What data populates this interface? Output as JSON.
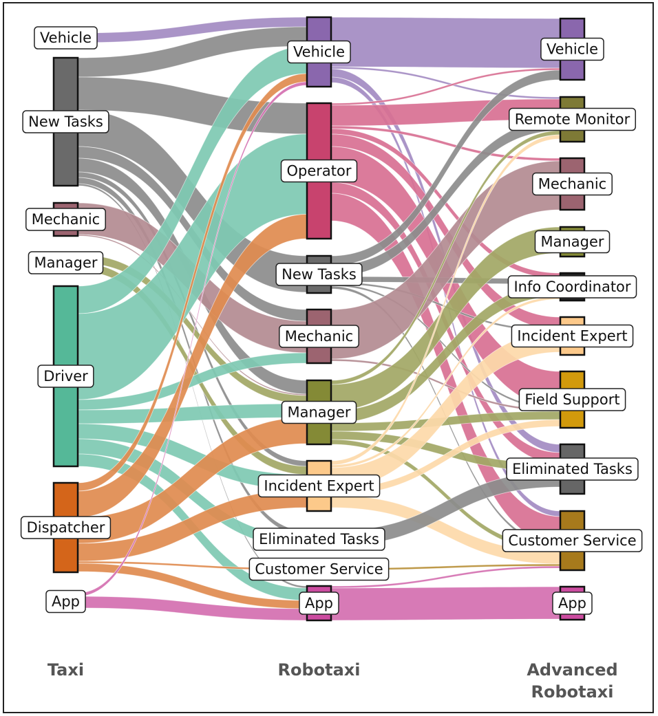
{
  "chart_data": {
    "type": "sankey",
    "title": "",
    "columns": [
      {
        "key": "taxi",
        "label": "Taxi",
        "label_lines": [
          "Taxi"
        ]
      },
      {
        "key": "robo",
        "label": "Robotaxi",
        "label_lines": [
          "Robotaxi"
        ]
      },
      {
        "key": "adv",
        "label": "Advanced Robotaxi",
        "label_lines": [
          "Advanced",
          "Robotaxi"
        ]
      }
    ],
    "colors": {
      "vehicle": "#8a67ad",
      "new_tasks": "#6a6a6a",
      "mechanic": "#9c6470",
      "manager": "#848a36",
      "driver": "#55b898",
      "dispatcher": "#d4651a",
      "app": "#cc4ca0",
      "operator": "#c8436e",
      "incident_expert": "#fcc98a",
      "eliminated": "#666666",
      "customer_service": "#a77a1c",
      "remote_monitor": "#7e7a36",
      "info_coordinator": "#222222",
      "field_support": "#d29a0c",
      "flow_vehicle": "#a38bc2",
      "flow_new_tasks": "#8c8c8c",
      "flow_mechanic": "#b38b91",
      "flow_manager": "#a2a765",
      "flow_driver": "#7ec9b2",
      "flow_dispatcher": "#e08b4f",
      "flow_app": "#d46fb0",
      "flow_operator": "#d87092",
      "flow_incident": "#fdd9a9",
      "flow_eliminated": "#8c8c8c",
      "flow_customer": "#b8903a"
    },
    "nodes": {
      "taxi": [
        {
          "id": "t_vehicle",
          "label": "Vehicle",
          "value": 14,
          "color_key": "vehicle",
          "bar": false
        },
        {
          "id": "t_newtasks",
          "label": "New Tasks",
          "value": 186,
          "color_key": "new_tasks",
          "bar": true
        },
        {
          "id": "t_mechanic",
          "label": "Mechanic",
          "value": 48,
          "color_key": "mechanic",
          "bar": true
        },
        {
          "id": "t_manager",
          "label": "Manager",
          "value": 24,
          "color_key": "manager",
          "bar": false
        },
        {
          "id": "t_driver",
          "label": "Driver",
          "value": 262,
          "color_key": "driver",
          "bar": true
        },
        {
          "id": "t_dispatcher",
          "label": "Dispatcher",
          "value": 130,
          "color_key": "dispatcher",
          "bar": true
        },
        {
          "id": "t_app",
          "label": "App",
          "value": 25,
          "color_key": "app",
          "bar": false
        }
      ],
      "robo": [
        {
          "id": "r_vehicle",
          "label": "Vehicle",
          "value": 101,
          "color_key": "vehicle",
          "bar": true
        },
        {
          "id": "r_operator",
          "label": "Operator",
          "value": 197,
          "color_key": "operator",
          "bar": true
        },
        {
          "id": "r_newtasks",
          "label": "New Tasks",
          "value": 54,
          "color_key": "new_tasks",
          "bar": true
        },
        {
          "id": "r_mechanic",
          "label": "Mechanic",
          "value": 78,
          "color_key": "mechanic",
          "bar": true
        },
        {
          "id": "r_manager",
          "label": "Manager",
          "value": 93,
          "color_key": "manager",
          "bar": true
        },
        {
          "id": "r_incident",
          "label": "Incident Expert",
          "value": 73,
          "color_key": "incident_expert",
          "bar": true
        },
        {
          "id": "r_eliminated",
          "label": "Eliminated Tasks",
          "value": 24,
          "color_key": "eliminated",
          "bar": false
        },
        {
          "id": "r_customer",
          "label": "Customer Service",
          "value": 3,
          "color_key": "customer_service",
          "bar": false
        },
        {
          "id": "r_app",
          "label": "App",
          "value": 50,
          "color_key": "app",
          "bar": true
        }
      ],
      "adv": [
        {
          "id": "a_vehicle",
          "label": "Vehicle",
          "value": 89,
          "color_key": "vehicle",
          "bar": true
        },
        {
          "id": "a_remote",
          "label": "Remote Monitor",
          "value": 65,
          "color_key": "remote_monitor",
          "bar": true
        },
        {
          "id": "a_mechanic",
          "label": "Mechanic",
          "value": 75,
          "color_key": "mechanic",
          "bar": true
        },
        {
          "id": "a_manager",
          "label": "Manager",
          "value": 43,
          "color_key": "manager",
          "bar": true
        },
        {
          "id": "a_info",
          "label": "Info Coordinator",
          "value": 40,
          "color_key": "info_coordinator",
          "bar": true
        },
        {
          "id": "a_incident",
          "label": "Incident Expert",
          "value": 55,
          "color_key": "incident_expert",
          "bar": true
        },
        {
          "id": "a_field",
          "label": "Field Support",
          "value": 82,
          "color_key": "field_support",
          "bar": true
        },
        {
          "id": "a_eliminated",
          "label": "Eliminated Tasks",
          "value": 72,
          "color_key": "eliminated",
          "bar": true
        },
        {
          "id": "a_customer",
          "label": "Customer Service",
          "value": 86,
          "color_key": "customer_service",
          "bar": true
        },
        {
          "id": "a_app",
          "label": "App",
          "value": 48,
          "color_key": "app",
          "bar": true
        }
      ]
    },
    "links": [
      {
        "source": "t_vehicle",
        "target": "r_vehicle",
        "value": 14,
        "color_key": "flow_vehicle"
      },
      {
        "source": "t_newtasks",
        "target": "r_vehicle",
        "value": 28,
        "color_key": "flow_new_tasks"
      },
      {
        "source": "t_newtasks",
        "target": "r_operator",
        "value": 48,
        "color_key": "flow_new_tasks"
      },
      {
        "source": "t_newtasks",
        "target": "r_newtasks",
        "value": 53,
        "color_key": "flow_new_tasks"
      },
      {
        "source": "t_newtasks",
        "target": "r_mechanic",
        "value": 17,
        "color_key": "flow_new_tasks"
      },
      {
        "source": "t_newtasks",
        "target": "r_manager",
        "value": 20,
        "color_key": "flow_new_tasks"
      },
      {
        "source": "t_newtasks",
        "target": "r_incident",
        "value": 8,
        "color_key": "flow_new_tasks"
      },
      {
        "source": "t_newtasks",
        "target": "r_eliminated",
        "value": 9,
        "color_key": "flow_new_tasks"
      },
      {
        "source": "t_newtasks",
        "target": "r_app",
        "value": 3,
        "color_key": "flow_new_tasks"
      },
      {
        "source": "t_mechanic",
        "target": "r_mechanic",
        "value": 46,
        "color_key": "flow_mechanic"
      },
      {
        "source": "t_mechanic",
        "target": "r_manager",
        "value": 2,
        "color_key": "flow_mechanic"
      },
      {
        "source": "t_manager",
        "target": "r_manager",
        "value": 12,
        "color_key": "flow_manager"
      },
      {
        "source": "t_manager",
        "target": "r_incident",
        "value": 12,
        "color_key": "flow_manager"
      },
      {
        "source": "t_driver",
        "target": "r_vehicle",
        "value": 40,
        "color_key": "flow_driver"
      },
      {
        "source": "t_driver",
        "target": "r_operator",
        "value": 125,
        "color_key": "flow_driver"
      },
      {
        "source": "t_driver",
        "target": "r_mechanic",
        "value": 15,
        "color_key": "flow_driver"
      },
      {
        "source": "t_driver",
        "target": "r_manager",
        "value": 20,
        "color_key": "flow_driver"
      },
      {
        "source": "t_driver",
        "target": "r_incident",
        "value": 22,
        "color_key": "flow_driver"
      },
      {
        "source": "t_driver",
        "target": "r_eliminated",
        "value": 22,
        "color_key": "flow_driver"
      },
      {
        "source": "t_driver",
        "target": "r_app",
        "value": 18,
        "color_key": "flow_driver"
      },
      {
        "source": "t_dispatcher",
        "target": "r_vehicle",
        "value": 12,
        "color_key": "flow_dispatcher"
      },
      {
        "source": "t_dispatcher",
        "target": "r_operator",
        "value": 38,
        "color_key": "flow_dispatcher"
      },
      {
        "source": "t_dispatcher",
        "target": "r_manager",
        "value": 38,
        "color_key": "flow_dispatcher"
      },
      {
        "source": "t_dispatcher",
        "target": "r_incident",
        "value": 26,
        "color_key": "flow_dispatcher"
      },
      {
        "source": "t_dispatcher",
        "target": "r_customer",
        "value": 3,
        "color_key": "flow_dispatcher"
      },
      {
        "source": "t_dispatcher",
        "target": "r_app",
        "value": 12,
        "color_key": "flow_dispatcher"
      },
      {
        "source": "t_app",
        "target": "r_vehicle",
        "value": 5,
        "color_key": "flow_app"
      },
      {
        "source": "t_app",
        "target": "r_app",
        "value": 17,
        "color_key": "flow_app"
      },
      {
        "source": "r_vehicle",
        "target": "a_vehicle",
        "value": 72,
        "color_key": "flow_vehicle"
      },
      {
        "source": "r_vehicle",
        "target": "a_remote",
        "value": 3,
        "color_key": "flow_vehicle"
      },
      {
        "source": "r_vehicle",
        "target": "a_eliminated",
        "value": 12,
        "color_key": "flow_vehicle"
      },
      {
        "source": "r_vehicle",
        "target": "a_customer",
        "value": 8,
        "color_key": "flow_vehicle"
      },
      {
        "source": "r_operator",
        "target": "a_vehicle",
        "value": 3,
        "color_key": "flow_operator"
      },
      {
        "source": "r_operator",
        "target": "a_remote",
        "value": 30,
        "color_key": "flow_operator"
      },
      {
        "source": "r_operator",
        "target": "a_mechanic",
        "value": 4,
        "color_key": "flow_operator"
      },
      {
        "source": "r_operator",
        "target": "a_info",
        "value": 8,
        "color_key": "flow_operator"
      },
      {
        "source": "r_operator",
        "target": "a_incident",
        "value": 18,
        "color_key": "flow_operator"
      },
      {
        "source": "r_operator",
        "target": "a_field",
        "value": 52,
        "color_key": "flow_operator"
      },
      {
        "source": "r_operator",
        "target": "a_eliminated",
        "value": 16,
        "color_key": "flow_operator"
      },
      {
        "source": "r_operator",
        "target": "a_customer",
        "value": 40,
        "color_key": "flow_operator"
      },
      {
        "source": "r_newtasks",
        "target": "a_vehicle",
        "value": 14,
        "color_key": "flow_new_tasks"
      },
      {
        "source": "r_newtasks",
        "target": "a_remote",
        "value": 16,
        "color_key": "flow_new_tasks"
      },
      {
        "source": "r_newtasks",
        "target": "a_info",
        "value": 8,
        "color_key": "flow_new_tasks"
      },
      {
        "source": "r_newtasks",
        "target": "a_incident",
        "value": 3,
        "color_key": "flow_new_tasks"
      },
      {
        "source": "r_newtasks",
        "target": "a_field",
        "value": 3,
        "color_key": "flow_new_tasks"
      },
      {
        "source": "r_newtasks",
        "target": "a_customer",
        "value": 4,
        "color_key": "flow_new_tasks"
      },
      {
        "source": "r_mechanic",
        "target": "a_mechanic",
        "value": 72,
        "color_key": "flow_mechanic"
      },
      {
        "source": "r_mechanic",
        "target": "a_field",
        "value": 3,
        "color_key": "flow_mechanic"
      },
      {
        "source": "r_manager",
        "target": "a_remote",
        "value": 6,
        "color_key": "flow_manager"
      },
      {
        "source": "r_manager",
        "target": "a_manager",
        "value": 38,
        "color_key": "flow_manager"
      },
      {
        "source": "r_manager",
        "target": "a_info",
        "value": 18,
        "color_key": "flow_manager"
      },
      {
        "source": "r_manager",
        "target": "a_field",
        "value": 12,
        "color_key": "flow_manager"
      },
      {
        "source": "r_manager",
        "target": "a_eliminated",
        "value": 12,
        "color_key": "flow_manager"
      },
      {
        "source": "r_manager",
        "target": "a_customer",
        "value": 7,
        "color_key": "flow_manager"
      },
      {
        "source": "r_incident",
        "target": "a_remote",
        "value": 6,
        "color_key": "flow_incident"
      },
      {
        "source": "r_incident",
        "target": "a_info",
        "value": 4,
        "color_key": "flow_incident"
      },
      {
        "source": "r_incident",
        "target": "a_incident",
        "value": 30,
        "color_key": "flow_incident"
      },
      {
        "source": "r_incident",
        "target": "a_field",
        "value": 10,
        "color_key": "flow_incident"
      },
      {
        "source": "r_incident",
        "target": "a_customer",
        "value": 18,
        "color_key": "flow_incident"
      },
      {
        "source": "r_eliminated",
        "target": "a_eliminated",
        "value": 22,
        "color_key": "flow_eliminated"
      },
      {
        "source": "r_customer",
        "target": "a_customer",
        "value": 3,
        "color_key": "flow_customer"
      },
      {
        "source": "r_app",
        "target": "a_customer",
        "value": 3,
        "color_key": "flow_app"
      },
      {
        "source": "r_app",
        "target": "a_app",
        "value": 47,
        "color_key": "flow_app"
      }
    ]
  }
}
